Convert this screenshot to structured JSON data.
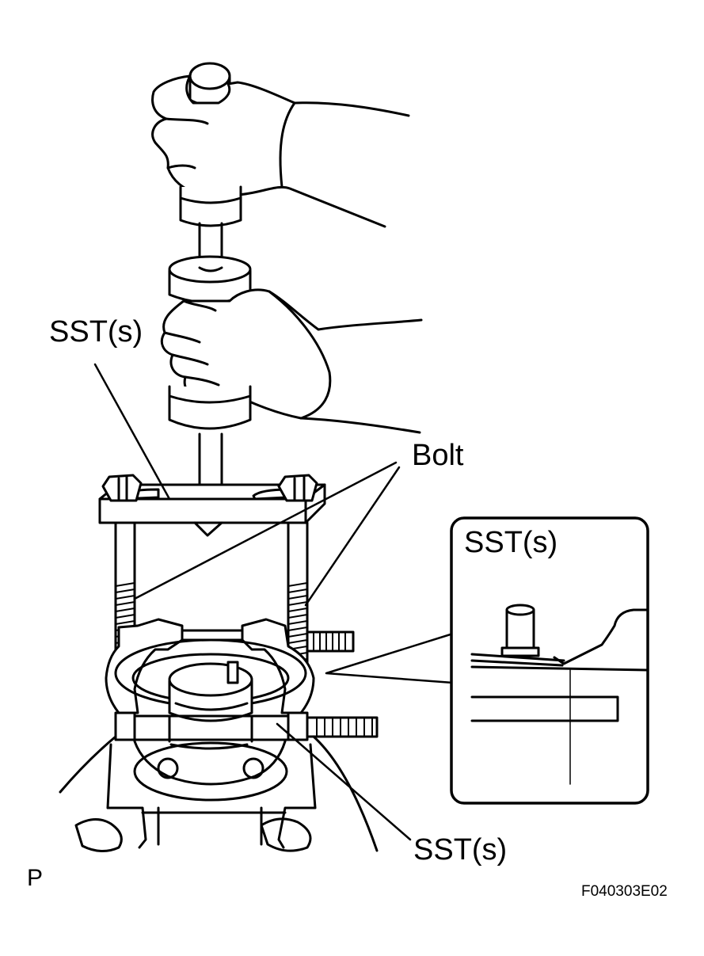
{
  "labels": {
    "sst_top": "SST(s)",
    "bolt": "Bolt",
    "sst_inset": "SST(s)",
    "sst_bottom": "SST(s)",
    "view_marker": "P",
    "figure_code": "F040303E02"
  },
  "colors": {
    "line": "#000000",
    "background": "#ffffff"
  }
}
